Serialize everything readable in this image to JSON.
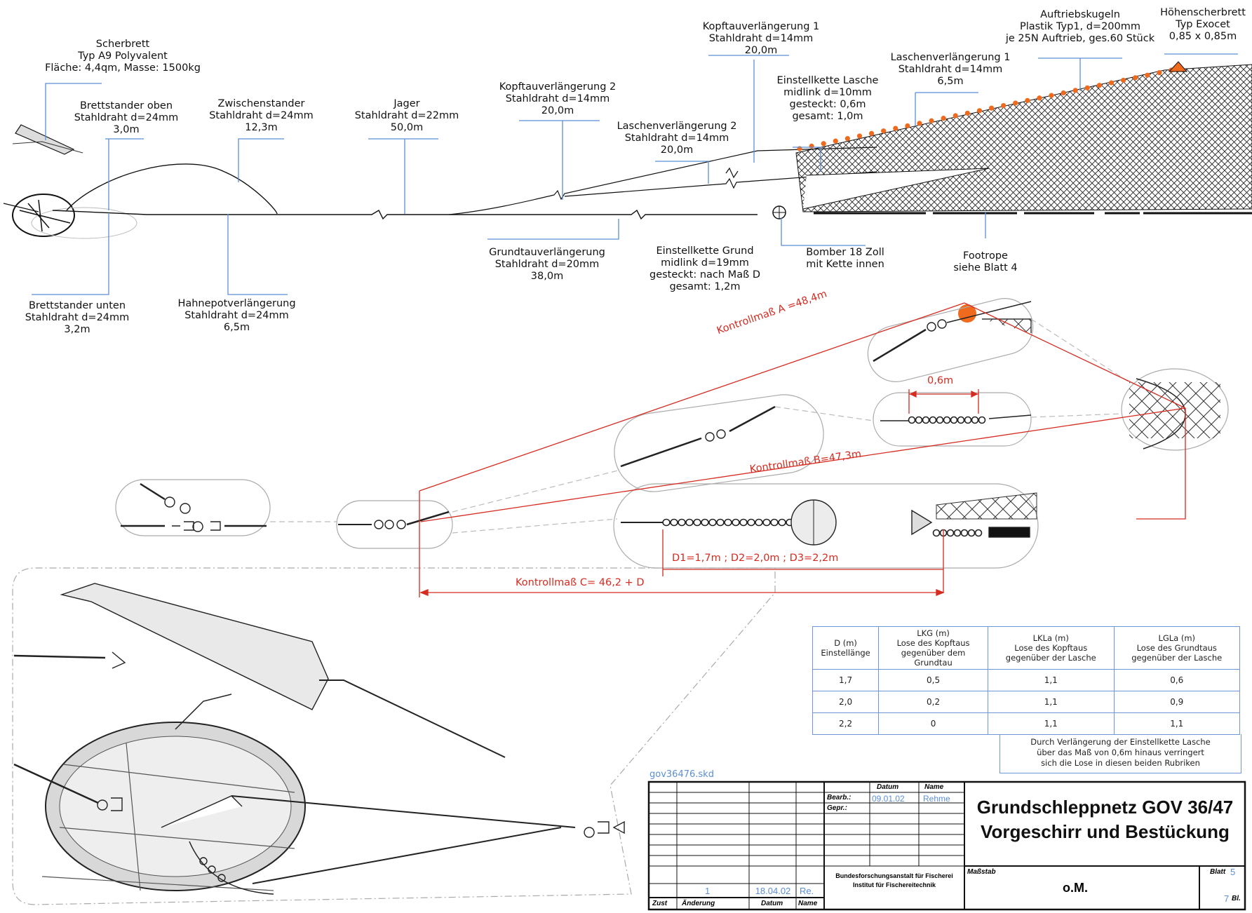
{
  "labels": {
    "scherbrett": [
      "Scherbrett",
      "Typ   A9 Polyvalent",
      "Fläche:  4,4qm, Masse:  1500kg"
    ],
    "brettstander_oben": [
      "Brettstander oben",
      "Stahldraht  d=24mm",
      "3,0m"
    ],
    "zwischenstander": [
      "Zwischenstander",
      "Stahldraht  d=24mm",
      "12,3m"
    ],
    "jager": [
      "Jager",
      "Stahldraht   d=22mm",
      "50,0m"
    ],
    "kopftau2": [
      "Kopftauverlängerung 2",
      "Stahldraht   d=14mm",
      "20,0m"
    ],
    "laschen2": [
      "Laschenverlängerung 2",
      "Stahldraht   d=14mm",
      "20,0m"
    ],
    "kopftau1": [
      "Kopftauverlängerung 1",
      "Stahldraht  d=14mm",
      "20,0m"
    ],
    "einstell_lasche": [
      "Einstellkette Lasche",
      "midlink  d=10mm",
      "gesteckt:  0,6m",
      "gesamt:  1,0m"
    ],
    "laschen1": [
      "Laschenverlängerung 1",
      "Stahldraht   d=14mm",
      "6,5m"
    ],
    "auftrieb": [
      "Auftriebskugeln",
      "Plastik Typ1,  d=200mm",
      "je 25N  Auftrieb,  ges.60  Stück"
    ],
    "hoehen": [
      "Höhenscherbrett",
      "Typ  Exocet",
      "0,85  x  0,85m"
    ],
    "grundtau": [
      "Grundtauverlängerung",
      "Stahldraht   d=20mm",
      "38,0m"
    ],
    "einstell_grund": [
      "Einstellkette  Grund",
      "midlink   d=19mm",
      "gesteckt:  nach Maß D",
      "gesamt:  1,2m"
    ],
    "bomber": [
      "Bomber   18  Zoll",
      "mit Kette  innen"
    ],
    "footrope": [
      "Footrope",
      "siehe  Blatt  4"
    ],
    "brett_unten": [
      "Brettstander  unten",
      "Stahldraht  d=24mm",
      "3,2m"
    ],
    "hahnepot": [
      "Hahnepotverlängerung",
      "Stahldraht  d=24mm",
      "6,5m"
    ]
  },
  "kontroll": {
    "a": "Kontrollmaß  A  =48,4m",
    "b": "Kontrollmaß  B=47,3m",
    "c": "Kontrollmaß  C=  46,2  +  D",
    "d": "D1=1,7m    ;    D2=2,0m    ;    D3=2,2m",
    "gap": "0,6m"
  },
  "table": {
    "headers": [
      [
        "D (m)",
        "Einstellänge"
      ],
      [
        "LKG (m)",
        "Lose des Kopftaus",
        "gegenüber dem Grundtau"
      ],
      [
        "LKLa (m)",
        "Lose des Kopftaus",
        "gegenüber der Lasche"
      ],
      [
        "LGLa (m)",
        "Lose des Grundtaus",
        "gegenüber der Lasche"
      ]
    ],
    "rows": [
      [
        "1,7",
        "0,5",
        "1,1",
        "0,6"
      ],
      [
        "2,0",
        "0,2",
        "1,1",
        "0,9"
      ],
      [
        "2,2",
        "0",
        "1,1",
        "1,1"
      ]
    ],
    "note": [
      "Durch  Verlängerung  der  Einstellkette  Lasche",
      "über  das  Maß  von  0,6m  hinaus  verringert",
      "sich  die  Lose  in  diesen  beiden  Rubriken"
    ]
  },
  "titleblock": {
    "filename": "gov36476.skd",
    "datum_head": "Datum",
    "name_head": "Name",
    "bearb_label": "Bearb.:",
    "bearb_date": "09.01.02",
    "bearb_name": "Rehme",
    "gepr_label": "Gepr.:",
    "institute_1": "Bundesforschungsanstalt für Fischerei",
    "institute_2": "Institut für Fischereitechnik",
    "title_1": "Grundschleppnetz GOV 36/47",
    "title_2": "Vorgeschirr und Bestückung",
    "massstab_label": "Maßstab",
    "massstab_value": "o.M.",
    "blatt_label": "Blatt",
    "blatt_value": "5",
    "bl_value": "7",
    "bl_label": "Bl.",
    "rev_zust": "1",
    "rev_date": "18.04.02",
    "rev_name": "Re.",
    "col_zust": "Zust",
    "col_aenderung": "Änderung",
    "col_datum": "Datum",
    "col_name": "Name"
  },
  "colors": {
    "dimension_red": "#d62b20",
    "leader_blue": "#5b8fd6",
    "float_orange": "#f06a1e",
    "ink": "#111111"
  }
}
